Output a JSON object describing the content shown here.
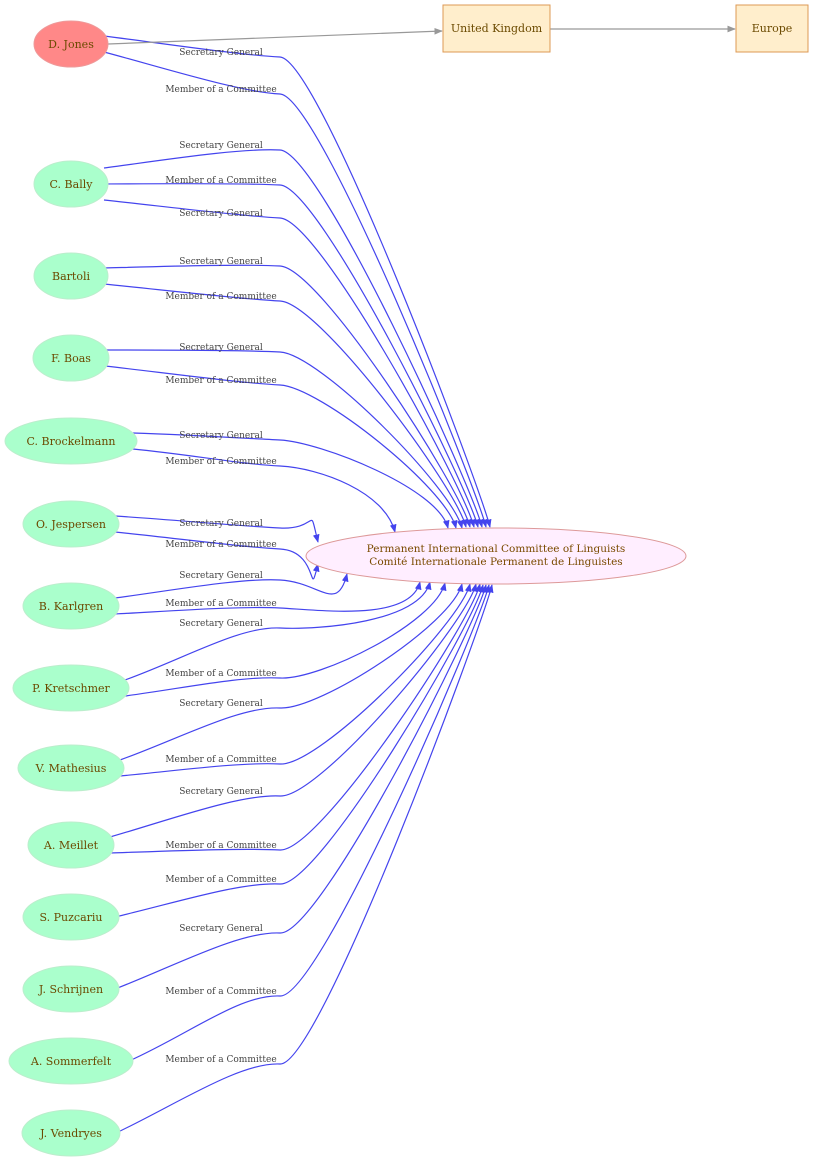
{
  "colors": {
    "edge": "#4444ee",
    "geo_edge": "#999999",
    "person_fill": "#aaffcc",
    "highlight_fill": "#ff8888",
    "org_fill": "#ffeeff",
    "org_stroke": "#dd9999",
    "place_fill": "#ffeecc",
    "place_stroke": "#dd9955"
  },
  "organization": {
    "line1": "Permanent International Committee of Linguists",
    "line2": "Comité Internationale Permanent de Linguistes"
  },
  "places": [
    {
      "id": "uk",
      "label": "United Kingdom"
    },
    {
      "id": "europe",
      "label": "Europe"
    }
  ],
  "people": [
    {
      "id": "jones",
      "label": "D. Jones",
      "highlight": true,
      "roles": [
        "Secretary General",
        "Member of a Committee"
      ]
    },
    {
      "id": "bally",
      "label": "C. Bally",
      "roles": [
        "Secretary General",
        "Member of a Committee",
        "Secretary General"
      ]
    },
    {
      "id": "bartoli",
      "label": "Bartoli",
      "roles": [
        "Secretary General",
        "Member of a Committee"
      ]
    },
    {
      "id": "boas",
      "label": "F. Boas",
      "roles": [
        "Secretary General",
        "Member of a Committee"
      ]
    },
    {
      "id": "brockelmann",
      "label": "C. Brockelmann",
      "roles": [
        "Secretary General",
        "Member of a Committee"
      ]
    },
    {
      "id": "jespersen",
      "label": "O. Jespersen",
      "roles": [
        "Secretary General",
        "Member of a Committee"
      ]
    },
    {
      "id": "karlgren",
      "label": "B. Karlgren",
      "roles": [
        "Secretary General",
        "Member of a Committee"
      ]
    },
    {
      "id": "kretschmer",
      "label": "P. Kretschmer",
      "roles": [
        "Secretary General",
        "Member of a Committee"
      ]
    },
    {
      "id": "mathesius",
      "label": "V. Mathesius",
      "roles": [
        "Secretary General",
        "Member of a Committee"
      ]
    },
    {
      "id": "meillet",
      "label": "A. Meillet",
      "roles": [
        "Secretary General",
        "Member of a Committee"
      ]
    },
    {
      "id": "puzcariu",
      "label": "S. Puzcariu",
      "roles": [
        "Member of a Committee"
      ]
    },
    {
      "id": "schrijnen",
      "label": "J. Schrijnen",
      "roles": [
        "Secretary General"
      ]
    },
    {
      "id": "sommerfelt",
      "label": "A. Sommerfelt",
      "roles": [
        "Member of a Committee"
      ]
    },
    {
      "id": "vendryes",
      "label": "J. Vendryes",
      "roles": [
        "Member of a Committee"
      ]
    }
  ],
  "geo_links": [
    {
      "from": "jones",
      "to": "uk"
    },
    {
      "from": "uk",
      "to": "europe"
    }
  ]
}
